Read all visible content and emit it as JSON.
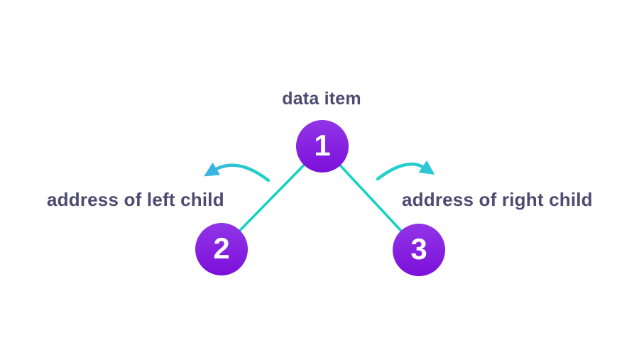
{
  "diagram": {
    "type": "binary-tree-node-structure",
    "root_label": "data item",
    "left_child_label": "address of left child",
    "right_child_label": "address of right child",
    "nodes": [
      {
        "name": "root",
        "value": "1"
      },
      {
        "name": "left-child",
        "value": "2"
      },
      {
        "name": "right-child",
        "value": "3"
      }
    ],
    "colors": {
      "background": "#ffffff",
      "node_gradient_top": "#9135e7",
      "node_gradient_bottom": "#7c10da",
      "node_text": "#ffffff",
      "edge_teal": "#12d2c0",
      "arrow_teal": "#1ed4c4",
      "arrow_blue_tip": "#38b5e2",
      "arrow_cyan_tip": "#2cc7d6",
      "label_text": "#4d4b72"
    }
  }
}
